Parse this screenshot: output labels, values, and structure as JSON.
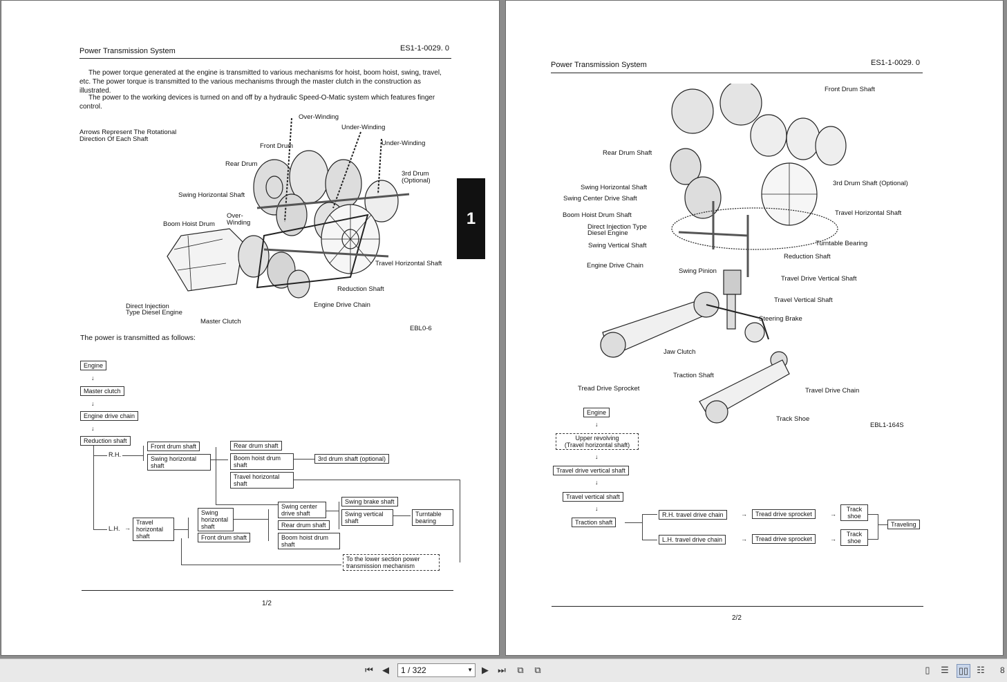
{
  "left_page": {
    "header_title": "Power Transmission System",
    "doc_code": "ES1-1-0029. 0",
    "para1": "The power torque generated at the engine is transmitted to various mechanisms for hoist, boom hoist, swing, travel, etc. The power torque is transmitted to the various mechanisms through the master clutch in the construction as illustrated.",
    "para2": "The power to the working devices is turned on and off by a hydraulic Speed-O-Matic system which features finger control.",
    "arrow_note": "Arrows Represent The Rotational Direction Of Each Shaft",
    "section_tab": "1",
    "labels": {
      "over_winding_top": "Over-Winding",
      "under_winding_1": "Under-Winding",
      "under_winding_2": "Under-Winding",
      "front_drum": "Front Drum",
      "rear_drum": "Rear Drum",
      "third_drum": "3rd Drum",
      "optional": "(Optional)",
      "swing_horizontal_shaft": "Swing Horizontal Shaft",
      "over": "Over-",
      "winding": "Winding",
      "boom_hoist_drum": "Boom Hoist Drum",
      "travel_horizontal_shaft": "Travel Horizontal Shaft",
      "reduction_shaft": "Reduction Shaft",
      "engine_drive_chain": "Engine Drive Chain",
      "direct_injection": "Direct Injection",
      "type_diesel_engine": "Type Diesel Engine",
      "master_clutch": "Master Clutch",
      "fig_code": "EBL0-6"
    },
    "transmitted_as_follows": "The power is transmitted as follows:",
    "flow": {
      "engine": "Engine",
      "master_clutch": "Master clutch",
      "engine_drive_chain": "Engine drive chain",
      "reduction_shaft": "Reduction shaft",
      "rh": "R.H.",
      "lh": "L.H.",
      "front_drum_shaft": "Front drum shaft",
      "swing_horizontal_shaft": "Swing horizontal shaft",
      "rear_drum_shaft": "Rear drum shaft",
      "boom_hoist_drum_shaft": "Boom hoist drum shaft",
      "third_drum_shaft": "3rd drum shaft (optional)",
      "travel_horizontal_shaft": "Travel horizontal shaft",
      "travel_horizontal_shaft_lh": "Travel horizontal shaft",
      "swing_horizontal_shaft_lh": "Swing horizontal shaft",
      "front_drum_shaft_lh": "Front drum shaft",
      "swing_center_drive_shaft": "Swing center drive shaft",
      "rear_drum_shaft_lh": "Rear drum shaft",
      "boom_hoist_drum_shaft_lh": "Boom hoist drum shaft",
      "swing_brake_shaft": "Swing brake shaft",
      "swing_vertical_shaft": "Swing vertical shaft",
      "turntable_bearing": "Turntable bearing",
      "lower_section": "To the lower section power transmission mechanism"
    },
    "page_num": "1/2"
  },
  "right_page": {
    "header_title": "Power Transmission System",
    "doc_code": "ES1-1-0029. 0",
    "labels": {
      "front_drum_shaft": "Front Drum Shaft",
      "rear_drum_shaft": "Rear Drum Shaft",
      "third_drum_shaft": "3rd Drum Shaft (Optional)",
      "swing_horizontal_shaft": "Swing Horizontal Shaft",
      "swing_center_drive_shaft": "Swing Center Drive Shaft",
      "boom_hoist_drum_shaft": "Boom Hoist Drum Shaft",
      "travel_horizontal_shaft": "Travel Horizontal Shaft",
      "direct_injection_type": "Direct Injection Type",
      "diesel_engine": "Diesel Engine",
      "swing_vertical_shaft": "Swing Vertical Shaft",
      "turntable_bearing": "Turntable Bearing",
      "reduction_shaft": "Reduction Shaft",
      "engine_drive_chain": "Engine Drive Chain",
      "swing_pinion": "Swing Pinion",
      "travel_drive_vertical_shaft": "Travel Drive Vertical Shaft",
      "travel_vertical_shaft": "Travel Vertical Shaft",
      "steering_brake": "Steering Brake",
      "jaw_clutch": "Jaw Clutch",
      "traction_shaft": "Traction Shaft",
      "tread_drive_sprocket": "Tread Drive Sprocket",
      "travel_drive_chain": "Travel Drive Chain",
      "track_shoe": "Track Shoe",
      "fig_code": "EBL1-164S"
    },
    "flow": {
      "engine": "Engine",
      "upper_revolving": "Upper revolving",
      "upper_revolving_sub": "(Travel horizontal shaft)",
      "travel_drive_vertical_shaft": "Travel drive vertical shaft",
      "travel_vertical_shaft": "Travel vertical shaft",
      "traction_shaft": "Traction shaft",
      "rh_travel_drive_chain": "R.H. travel drive chain",
      "lh_travel_drive_chain": "L.H. travel drive chain",
      "tread_drive_sprocket_1": "Tread drive sprocket",
      "tread_drive_sprocket_2": "Tread drive sprocket",
      "track_shoe_1": "Track shoe",
      "track_shoe_2": "Track shoe",
      "traveling": "Traveling"
    },
    "page_num": "2/2"
  },
  "toolbar": {
    "page_field": "1 / 322",
    "zoom_partial": "8"
  },
  "icons": [
    "first-page-icon",
    "prev-page-icon",
    "dropdown-icon",
    "next-page-icon",
    "last-page-icon",
    "prev-view-icon",
    "next-view-icon",
    "single-page-icon",
    "continuous-icon",
    "facing-icon",
    "continuous-facing-icon"
  ]
}
